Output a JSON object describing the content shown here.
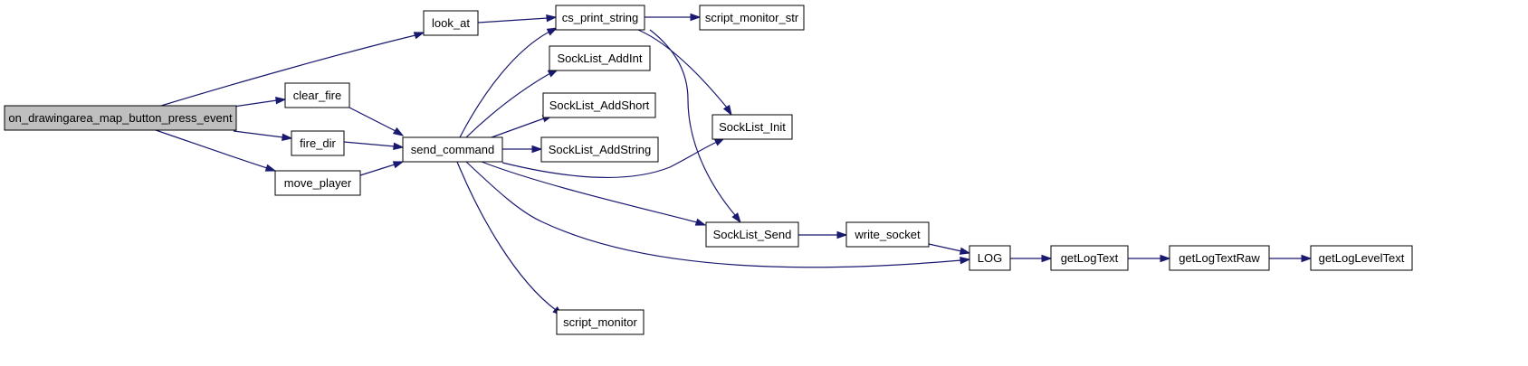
{
  "diagram": {
    "edge_color": "#191970",
    "root_fill": "#bfbfbf",
    "nodes": [
      {
        "id": "on_drawingarea_map_button_press_event",
        "label": "on_drawingarea_map_button_press_event",
        "root": true
      },
      {
        "id": "look_at",
        "label": "look_at"
      },
      {
        "id": "clear_fire",
        "label": "clear_fire"
      },
      {
        "id": "fire_dir",
        "label": "fire_dir"
      },
      {
        "id": "move_player",
        "label": "move_player"
      },
      {
        "id": "send_command",
        "label": "send_command"
      },
      {
        "id": "cs_print_string",
        "label": "cs_print_string"
      },
      {
        "id": "SockList_AddInt",
        "label": "SockList_AddInt"
      },
      {
        "id": "SockList_AddShort",
        "label": "SockList_AddShort"
      },
      {
        "id": "SockList_AddString",
        "label": "SockList_AddString"
      },
      {
        "id": "script_monitor",
        "label": "script_monitor"
      },
      {
        "id": "script_monitor_str",
        "label": "script_monitor_str"
      },
      {
        "id": "SockList_Init",
        "label": "SockList_Init"
      },
      {
        "id": "SockList_Send",
        "label": "SockList_Send"
      },
      {
        "id": "write_socket",
        "label": "write_socket"
      },
      {
        "id": "LOG",
        "label": "LOG"
      },
      {
        "id": "getLogText",
        "label": "getLogText"
      },
      {
        "id": "getLogTextRaw",
        "label": "getLogTextRaw"
      },
      {
        "id": "getLogLevelText",
        "label": "getLogLevelText"
      }
    ],
    "edges": [
      {
        "from": "on_drawingarea_map_button_press_event",
        "to": "look_at"
      },
      {
        "from": "on_drawingarea_map_button_press_event",
        "to": "clear_fire"
      },
      {
        "from": "on_drawingarea_map_button_press_event",
        "to": "fire_dir"
      },
      {
        "from": "on_drawingarea_map_button_press_event",
        "to": "move_player"
      },
      {
        "from": "look_at",
        "to": "cs_print_string"
      },
      {
        "from": "clear_fire",
        "to": "send_command"
      },
      {
        "from": "fire_dir",
        "to": "send_command"
      },
      {
        "from": "move_player",
        "to": "send_command"
      },
      {
        "from": "send_command",
        "to": "cs_print_string"
      },
      {
        "from": "send_command",
        "to": "SockList_AddInt"
      },
      {
        "from": "send_command",
        "to": "SockList_AddShort"
      },
      {
        "from": "send_command",
        "to": "SockList_AddString"
      },
      {
        "from": "send_command",
        "to": "SockList_Init"
      },
      {
        "from": "send_command",
        "to": "SockList_Send"
      },
      {
        "from": "send_command",
        "to": "LOG"
      },
      {
        "from": "send_command",
        "to": "script_monitor"
      },
      {
        "from": "cs_print_string",
        "to": "script_monitor_str"
      },
      {
        "from": "cs_print_string",
        "to": "SockList_Init"
      },
      {
        "from": "cs_print_string",
        "to": "SockList_Send"
      },
      {
        "from": "SockList_Send",
        "to": "write_socket"
      },
      {
        "from": "write_socket",
        "to": "LOG"
      },
      {
        "from": "LOG",
        "to": "getLogText"
      },
      {
        "from": "getLogText",
        "to": "getLogTextRaw"
      },
      {
        "from": "getLogTextRaw",
        "to": "getLogLevelText"
      }
    ]
  }
}
